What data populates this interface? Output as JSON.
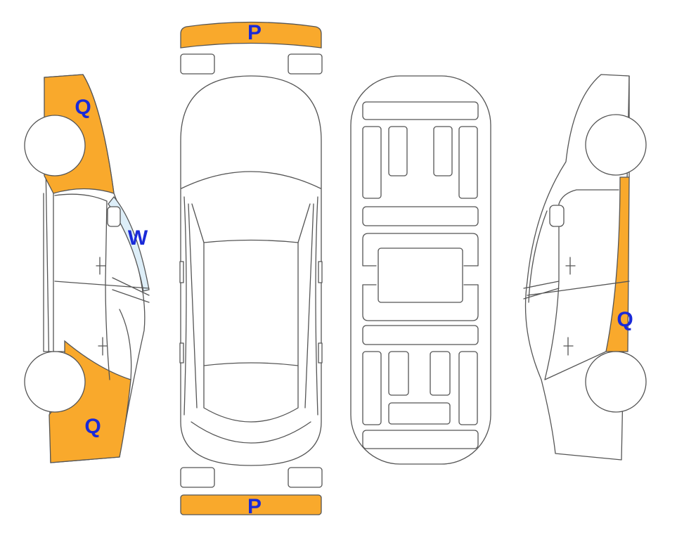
{
  "colors": {
    "damage_fill": "#F9A92C",
    "glass_fill": "#DDEEF8",
    "outline": "#555555",
    "marker_text": "#1A2AD8"
  },
  "legend_codes": {
    "front_bumper": "P",
    "rear_bumper": "P",
    "left_front_fender": "Q",
    "left_rear_quarter": "Q",
    "left_windshield": "W",
    "right_rocker": "Q"
  }
}
